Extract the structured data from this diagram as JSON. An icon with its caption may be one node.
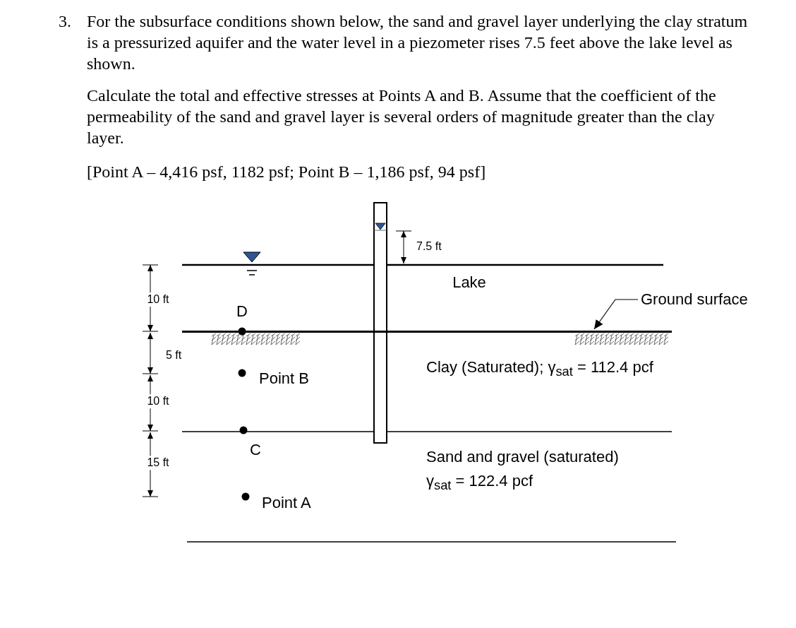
{
  "diagram": {
    "nodes": [
      {
        "text": [
          "Ground surface"
        ]
      },
      {
        "text": [],
        "shape": "line"
      }
    ],
    "edges": [
      {
        "from": 0,
        "to": 1,
        "arrow": "to"
      }
    ],
    "labels": [
      "3.",
      "For the subsurface conditions shown below, the sand and gravel layer underlying the clay stratum is a pressurized aquifer and the water level in a piezometer rises 7.5 feet above the lake level as shown.",
      "Calculate the total and effective stresses at Points A and B. Assume that the coefficient of the permeability of the sand and gravel layer is several orders of magnitude greater than the clay layer.",
      "[Point A – 4,416 psf, 1182 psf; Point B – 1,186 psf, 94 psf]",
      "7.5 ft",
      "Lake",
      "10 ft",
      "D",
      "5 ft",
      "Point B",
      "Clay (Saturated); γ$_{sat}$ = 112.4 pcf",
      "10 ft",
      "C",
      "15 ft",
      "Sand and gravel (saturated)",
      "γ$_{sat}$ = 122.4 pcf",
      "Point A"
    ]
  }
}
